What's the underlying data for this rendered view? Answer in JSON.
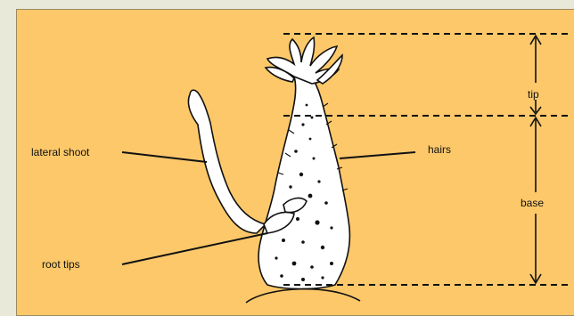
{
  "colors": {
    "background": "#e9e9d9",
    "panel": "#fcc86a",
    "ink": "#111111",
    "plant": "#ffffff"
  },
  "labels": {
    "lateral_shoot": "lateral shoot",
    "hairs": "hairs",
    "root_tips": "root tips",
    "tip": "tip",
    "base": "base"
  }
}
